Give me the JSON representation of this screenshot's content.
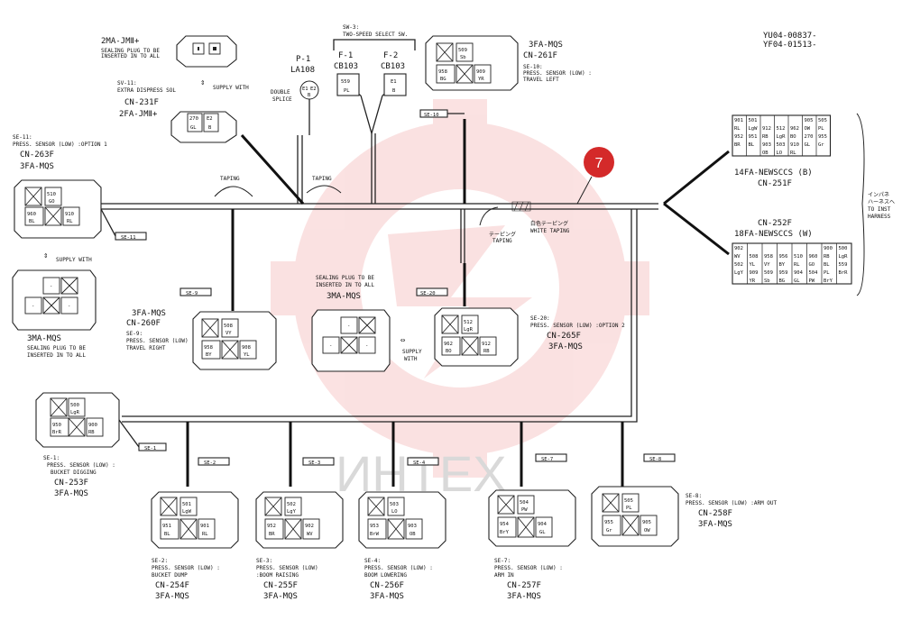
{
  "doc_ref": [
    "YU04-00837-",
    "YF04-01513-"
  ],
  "badge": "7",
  "watermark": "ИНТЕХ",
  "harness_note": [
    "インパネ",
    "ハーネスへ",
    "TO INST",
    "HARNESS"
  ],
  "top_left": {
    "plug": "2MA-JMⅡ+",
    "plug_note": [
      "SEALING PLUG TO BE",
      "INSERTED IN TO ALL"
    ],
    "supply": "SUPPLY WITH",
    "sv_label": "SV-11:",
    "sv_desc": "EXTRA DISPRESS SOL",
    "sv_cn": "CN-231F",
    "sv_type": "2FA-JMⅡ+",
    "sv_pins": [
      "270",
      "E2",
      "GL",
      "B"
    ]
  },
  "p1": {
    "id": "P-1",
    "type": "LA108",
    "note": [
      "DOUBLE",
      "SPLICE"
    ],
    "pins": [
      "E1",
      "E2",
      "B"
    ]
  },
  "sw3": {
    "label": "SW-3:",
    "desc": "TWO-SPEED SELECT SW.",
    "f1": "F-1",
    "f2": "F-2",
    "cb1": "CB103",
    "cb2": "CB103",
    "pins1": [
      "559",
      "PL"
    ],
    "pins2": [
      "E1",
      "B"
    ]
  },
  "taping": [
    "TAPING",
    "TAPING",
    "テーピング",
    "TAPING"
  ],
  "white_taping": [
    "白色テーピング",
    "WHITE TAPING"
  ],
  "connectors": {
    "se10": {
      "tag": "SE-10",
      "type": "3FA-MQS",
      "cn": "CN-261F",
      "desc": [
        "SE-10:",
        "PRESS. SENSOR (LOW) :",
        "TRAVEL LEFT"
      ],
      "pins": [
        "509",
        "Sb",
        "958",
        "BG",
        "909",
        "YR"
      ]
    },
    "se11": {
      "tag": "SE-11",
      "type": "3FA-MQS",
      "cn": "CN-263F",
      "desc": [
        "SE-11:",
        "PRESS. SENSOR (LOW) :OPTION 1"
      ],
      "pins": [
        "510",
        "GO",
        "960",
        "BL",
        "910",
        "RL"
      ]
    },
    "se11b": {
      "type": "3MA-MQS",
      "supply": "SUPPLY WITH",
      "note": [
        "SEALING PLUG TO BE",
        "INSERTED IN TO ALL"
      ]
    },
    "se9": {
      "tag": "SE-9",
      "type": "3FA-MQS",
      "cn": "CN-260F",
      "desc": [
        "SE-9:",
        "PRESS. SENSOR (LOW) :",
        "TRAVEL RIGHT"
      ],
      "pins": [
        "508",
        "VY",
        "958",
        "BY",
        "908",
        "YL"
      ]
    },
    "mid": {
      "type": "3MA-MQS",
      "note": [
        "SEALING PLUG TO BE",
        "INSERTED IN TO ALL"
      ],
      "supply": [
        "SUPPLY",
        "WITH"
      ]
    },
    "se20": {
      "tag": "SE-20",
      "type": "3FA-MQS",
      "cn": "CN-265F",
      "desc": [
        "SE-20:",
        "PRESS. SENSOR (LOW) :OPTION 2"
      ],
      "pins": [
        "512",
        "LgR",
        "962",
        "BO",
        "912",
        "RB"
      ]
    },
    "se1": {
      "tag": "SE-1",
      "type": "3FA-MQS",
      "cn": "CN-253F",
      "desc": [
        "SE-1:",
        "PRESS. SENSOR (LOW) :",
        "BUCKET DIGGING"
      ],
      "pins": [
        "500",
        "LgR",
        "950",
        "BrR",
        "900",
        "RB"
      ]
    },
    "se2": {
      "tag": "SE-2",
      "type": "3FA-MQS",
      "cn": "CN-254F",
      "desc": [
        "SE-2:",
        "PRESS. SENSOR (LOW) :",
        "BUCKET DUMP"
      ],
      "pins": [
        "501",
        "LgW",
        "951",
        "BL",
        "901",
        "RL"
      ]
    },
    "se3": {
      "tag": "SE-3",
      "type": "3FA-MQS",
      "cn": "CN-255F",
      "desc": [
        "SE-3:",
        "PRESS. SENSOR (LOW)",
        ":BOOM RAISING"
      ],
      "pins": [
        "502",
        "LgY",
        "952",
        "BR",
        "902",
        "WV"
      ]
    },
    "se4": {
      "tag": "SE-4",
      "type": "3FA-MQS",
      "cn": "CN-256F",
      "desc": [
        "SE-4:",
        "PRESS. SENSOR (LOW) :",
        "BOOM LOWERING"
      ],
      "pins": [
        "503",
        "LO",
        "953",
        "BrW",
        "903",
        "OB"
      ]
    },
    "se7": {
      "tag": "SE-7",
      "type": "3FA-MQS",
      "cn": "CN-257F",
      "desc": [
        "SE-7:",
        "PRESS. SENSOR (LOW) :",
        "ARM IN"
      ],
      "pins": [
        "504",
        "PW",
        "954",
        "BrY",
        "904",
        "GL"
      ]
    },
    "se8": {
      "tag": "SE-8",
      "type": "3FA-MQS",
      "cn": "CN-258F",
      "desc": [
        "SE-8:",
        "PRESS. SENSOR (LOW) :ARM OUT"
      ],
      "pins": [
        "505",
        "PL",
        "955",
        "Gr",
        "905",
        "OW"
      ]
    }
  },
  "cn251": {
    "type": "14FA-NEWSCCS (B)",
    "cn": "CN-251F",
    "rows": [
      [
        "901",
        "501",
        "",
        "",
        "",
        "905",
        "505"
      ],
      [
        "RL",
        "LgW",
        "912",
        "512",
        "962",
        "OW",
        "PL"
      ],
      [
        "952",
        "951",
        "RB",
        "LgR",
        "BO",
        "270",
        "955"
      ],
      [
        "BR",
        "BL",
        "903",
        "503",
        "910",
        "GL",
        "Gr"
      ],
      [
        "",
        "",
        "OB",
        "LO",
        "RL",
        "",
        ""
      ]
    ]
  },
  "cn252": {
    "type": "18FA-NEWSCCS (W)",
    "cn": "CN-252F",
    "rows": [
      [
        "902",
        "",
        "",
        "",
        "",
        "",
        "900",
        "500"
      ],
      [
        "WV",
        "508",
        "958",
        "956",
        "510",
        "960",
        "RB",
        "LgR"
      ],
      [
        "502",
        "YL",
        "VY",
        "BY",
        "RL",
        "GO",
        "BL",
        "559"
      ],
      [
        "LgY",
        "909",
        "509",
        "959",
        "904",
        "504",
        "PL",
        "BrR"
      ],
      [
        "",
        "YR",
        "Sb",
        "BG",
        "GL",
        "PW",
        "BrY",
        ""
      ]
    ]
  }
}
